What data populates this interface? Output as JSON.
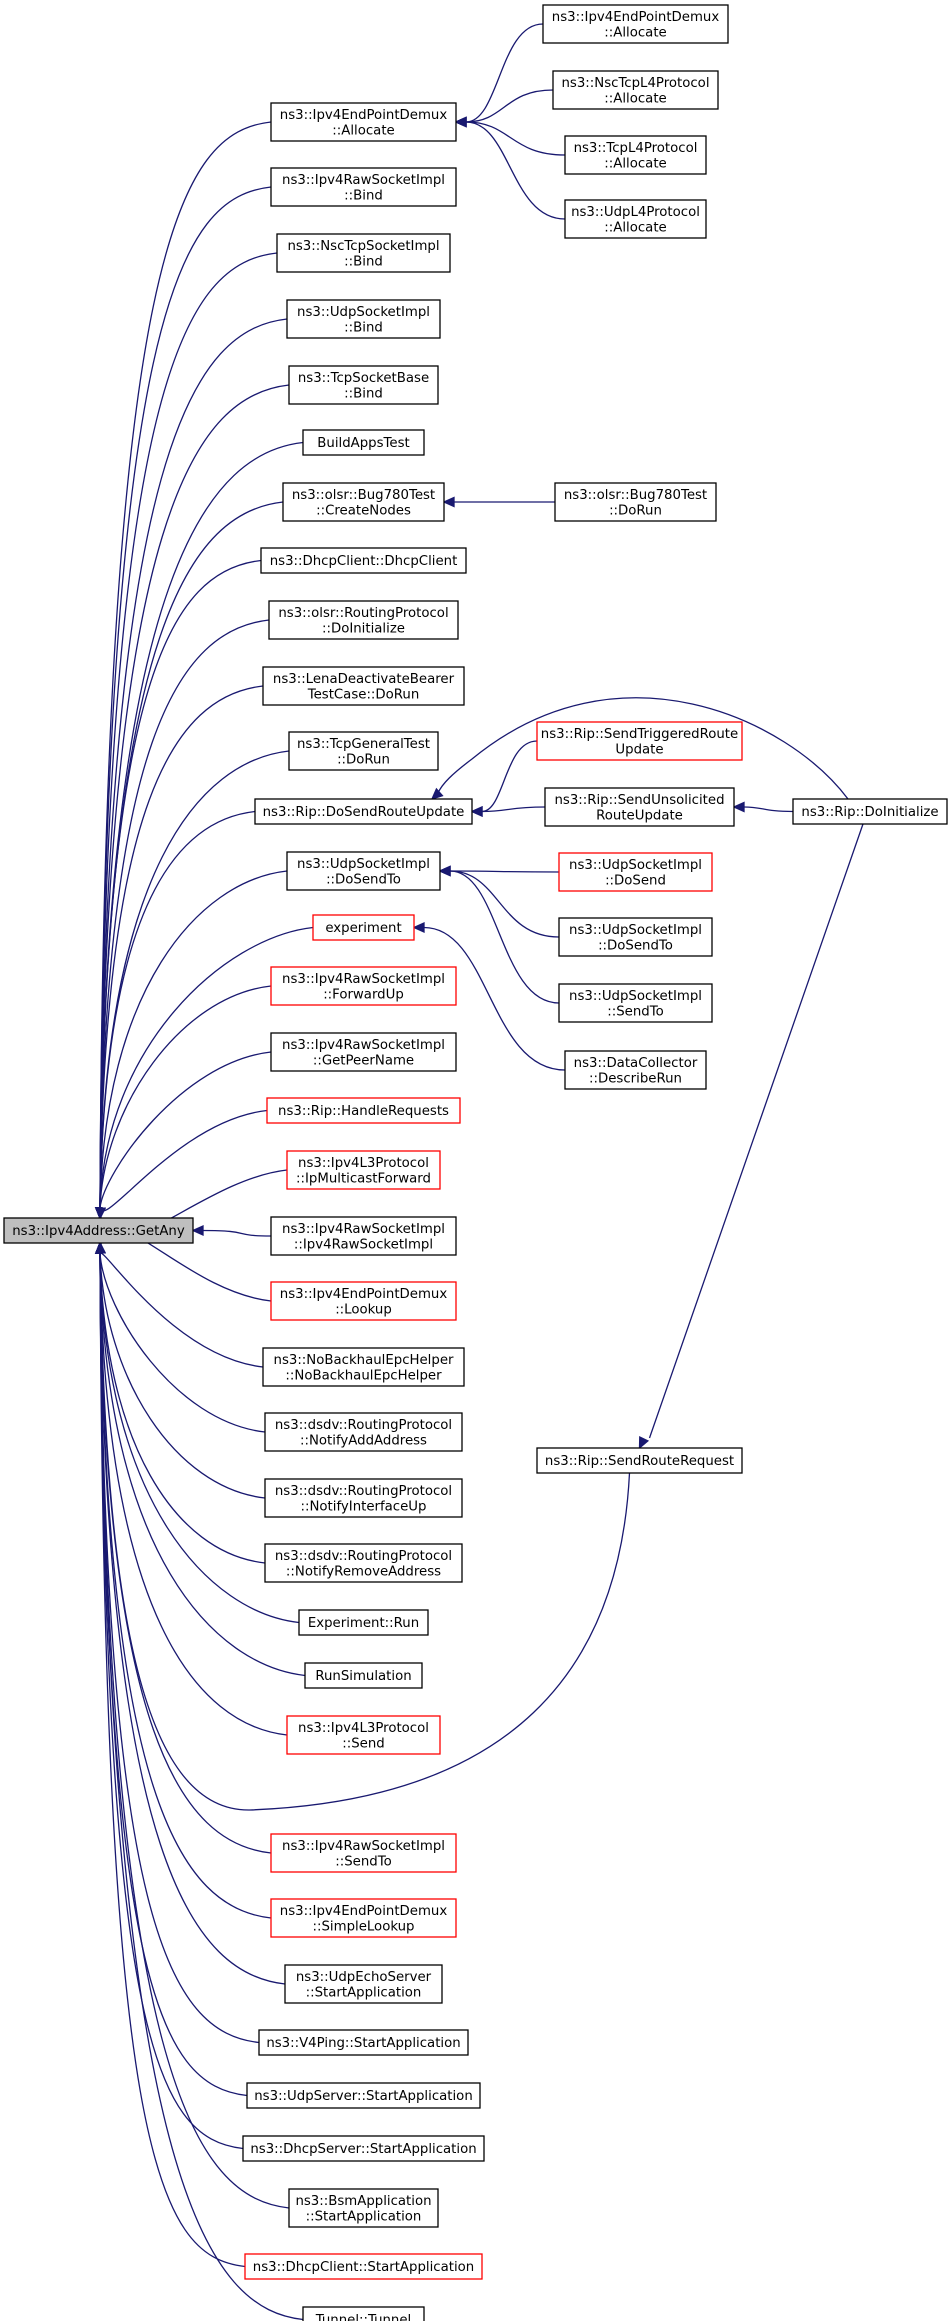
{
  "colors": {
    "edge": "#191970",
    "root_fill": "#bfbfbf",
    "red_border": "#ff0000",
    "node_border": "#000000"
  },
  "nodes": [
    {
      "id": "root",
      "lines": [
        "ns3::Ipv4Address::GetAny"
      ],
      "style": "root"
    },
    {
      "id": "epdAlloc",
      "lines": [
        "ns3::Ipv4EndPointDemux",
        "::Allocate"
      ],
      "style": "normal"
    },
    {
      "id": "epdAlloc2",
      "lines": [
        "ns3::Ipv4EndPointDemux",
        "::Allocate"
      ],
      "style": "normal"
    },
    {
      "id": "nscL4Alloc",
      "lines": [
        "ns3::NscTcpL4Protocol",
        "::Allocate"
      ],
      "style": "normal"
    },
    {
      "id": "tcpL4Alloc",
      "lines": [
        "ns3::TcpL4Protocol",
        "::Allocate"
      ],
      "style": "normal"
    },
    {
      "id": "udpL4Alloc",
      "lines": [
        "ns3::UdpL4Protocol",
        "::Allocate"
      ],
      "style": "normal"
    },
    {
      "id": "rawBind",
      "lines": [
        "ns3::Ipv4RawSocketImpl",
        "::Bind"
      ],
      "style": "normal"
    },
    {
      "id": "nscBind",
      "lines": [
        "ns3::NscTcpSocketImpl",
        "::Bind"
      ],
      "style": "normal"
    },
    {
      "id": "udpBind",
      "lines": [
        "ns3::UdpSocketImpl",
        "::Bind"
      ],
      "style": "normal"
    },
    {
      "id": "tcpBind",
      "lines": [
        "ns3::TcpSocketBase",
        "::Bind"
      ],
      "style": "normal"
    },
    {
      "id": "buildApps",
      "lines": [
        "BuildAppsTest"
      ],
      "style": "normal"
    },
    {
      "id": "olsrCreate",
      "lines": [
        "ns3::olsr::Bug780Test",
        "::CreateNodes"
      ],
      "style": "normal"
    },
    {
      "id": "olsrDoRun",
      "lines": [
        "ns3::olsr::Bug780Test",
        "::DoRun"
      ],
      "style": "normal"
    },
    {
      "id": "dhcpClientCtor",
      "lines": [
        "ns3::DhcpClient::DhcpClient"
      ],
      "style": "normal"
    },
    {
      "id": "olsrInit",
      "lines": [
        "ns3::olsr::RoutingProtocol",
        "::DoInitialize"
      ],
      "style": "normal"
    },
    {
      "id": "lenaDoRun",
      "lines": [
        "ns3::LenaDeactivateBearer",
        "TestCase::DoRun"
      ],
      "style": "normal"
    },
    {
      "id": "tcpGenDoRun",
      "lines": [
        "ns3::TcpGeneralTest",
        "::DoRun"
      ],
      "style": "normal"
    },
    {
      "id": "ripDoSend",
      "lines": [
        "ns3::Rip::DoSendRouteUpdate"
      ],
      "style": "normal"
    },
    {
      "id": "ripTriggered",
      "lines": [
        "ns3::Rip::SendTriggeredRoute",
        "Update"
      ],
      "style": "red"
    },
    {
      "id": "ripUnsolicited",
      "lines": [
        "ns3::Rip::SendUnsolicited",
        "RouteUpdate"
      ],
      "style": "normal"
    },
    {
      "id": "ripDoInit",
      "lines": [
        "ns3::Rip::DoInitialize"
      ],
      "style": "normal"
    },
    {
      "id": "udpDoSendTo",
      "lines": [
        "ns3::UdpSocketImpl",
        "::DoSendTo"
      ],
      "style": "normal"
    },
    {
      "id": "udpDoSend",
      "lines": [
        "ns3::UdpSocketImpl",
        "::DoSend"
      ],
      "style": "red"
    },
    {
      "id": "udpDoSendTo2",
      "lines": [
        "ns3::UdpSocketImpl",
        "::DoSendTo"
      ],
      "style": "normal"
    },
    {
      "id": "udpSendTo",
      "lines": [
        "ns3::UdpSocketImpl",
        "::SendTo"
      ],
      "style": "normal"
    },
    {
      "id": "experiment",
      "lines": [
        "experiment"
      ],
      "style": "red"
    },
    {
      "id": "describeRun",
      "lines": [
        "ns3::DataCollector",
        "::DescribeRun"
      ],
      "style": "normal"
    },
    {
      "id": "rawForwardUp",
      "lines": [
        "ns3::Ipv4RawSocketImpl",
        "::ForwardUp"
      ],
      "style": "red"
    },
    {
      "id": "rawGetPeer",
      "lines": [
        "ns3::Ipv4RawSocketImpl",
        "::GetPeerName"
      ],
      "style": "normal"
    },
    {
      "id": "ripHandle",
      "lines": [
        "ns3::Rip::HandleRequests"
      ],
      "style": "red"
    },
    {
      "id": "l3Multicast",
      "lines": [
        "ns3::Ipv4L3Protocol",
        "::IpMulticastForward"
      ],
      "style": "red"
    },
    {
      "id": "rawCtor",
      "lines": [
        "ns3::Ipv4RawSocketImpl",
        "::Ipv4RawSocketImpl"
      ],
      "style": "normal"
    },
    {
      "id": "epdLookup",
      "lines": [
        "ns3::Ipv4EndPointDemux",
        "::Lookup"
      ],
      "style": "red"
    },
    {
      "id": "noBackhaul",
      "lines": [
        "ns3::NoBackhaulEpcHelper",
        "::NoBackhaulEpcHelper"
      ],
      "style": "normal"
    },
    {
      "id": "dsdvAdd",
      "lines": [
        "ns3::dsdv::RoutingProtocol",
        "::NotifyAddAddress"
      ],
      "style": "normal"
    },
    {
      "id": "dsdvIfUp",
      "lines": [
        "ns3::dsdv::RoutingProtocol",
        "::NotifyInterfaceUp"
      ],
      "style": "normal"
    },
    {
      "id": "dsdvRemove",
      "lines": [
        "ns3::dsdv::RoutingProtocol",
        "::NotifyRemoveAddress"
      ],
      "style": "normal"
    },
    {
      "id": "expRun",
      "lines": [
        "Experiment::Run"
      ],
      "style": "normal"
    },
    {
      "id": "runSim",
      "lines": [
        "RunSimulation"
      ],
      "style": "normal"
    },
    {
      "id": "l3Send",
      "lines": [
        "ns3::Ipv4L3Protocol",
        "::Send"
      ],
      "style": "red"
    },
    {
      "id": "ripSendReq",
      "lines": [
        "ns3::Rip::SendRouteRequest"
      ],
      "style": "normal"
    },
    {
      "id": "rawSendTo",
      "lines": [
        "ns3::Ipv4RawSocketImpl",
        "::SendTo"
      ],
      "style": "red"
    },
    {
      "id": "epdSimple",
      "lines": [
        "ns3::Ipv4EndPointDemux",
        "::SimpleLookup"
      ],
      "style": "red"
    },
    {
      "id": "udpEchoStart",
      "lines": [
        "ns3::UdpEchoServer",
        "::StartApplication"
      ],
      "style": "normal"
    },
    {
      "id": "v4pingStart",
      "lines": [
        "ns3::V4Ping::StartApplication"
      ],
      "style": "normal"
    },
    {
      "id": "udpServerStart",
      "lines": [
        "ns3::UdpServer::StartApplication"
      ],
      "style": "normal"
    },
    {
      "id": "dhcpServerStart",
      "lines": [
        "ns3::DhcpServer::StartApplication"
      ],
      "style": "normal"
    },
    {
      "id": "bsmStart",
      "lines": [
        "ns3::BsmApplication",
        "::StartApplication"
      ],
      "style": "normal"
    },
    {
      "id": "dhcpClientStart",
      "lines": [
        "ns3::DhcpClient::StartApplication"
      ],
      "style": "red"
    },
    {
      "id": "tunnel",
      "lines": [
        "Tunnel::Tunnel"
      ],
      "style": "normal"
    }
  ],
  "edges": [
    [
      "epdAlloc",
      "root"
    ],
    [
      "rawBind",
      "root"
    ],
    [
      "nscBind",
      "root"
    ],
    [
      "udpBind",
      "root"
    ],
    [
      "tcpBind",
      "root"
    ],
    [
      "buildApps",
      "root"
    ],
    [
      "olsrCreate",
      "root"
    ],
    [
      "dhcpClientCtor",
      "root"
    ],
    [
      "olsrInit",
      "root"
    ],
    [
      "lenaDoRun",
      "root"
    ],
    [
      "tcpGenDoRun",
      "root"
    ],
    [
      "ripDoSend",
      "root"
    ],
    [
      "udpDoSendTo",
      "root"
    ],
    [
      "experiment",
      "root"
    ],
    [
      "rawForwardUp",
      "root"
    ],
    [
      "rawGetPeer",
      "root"
    ],
    [
      "ripHandle",
      "root"
    ],
    [
      "l3Multicast",
      "root"
    ],
    [
      "rawCtor",
      "root"
    ],
    [
      "epdLookup",
      "root"
    ],
    [
      "noBackhaul",
      "root"
    ],
    [
      "dsdvAdd",
      "root"
    ],
    [
      "dsdvIfUp",
      "root"
    ],
    [
      "dsdvRemove",
      "root"
    ],
    [
      "expRun",
      "root"
    ],
    [
      "runSim",
      "root"
    ],
    [
      "l3Send",
      "root"
    ],
    [
      "ripSendReq",
      "root"
    ],
    [
      "rawSendTo",
      "root"
    ],
    [
      "epdSimple",
      "root"
    ],
    [
      "udpEchoStart",
      "root"
    ],
    [
      "v4pingStart",
      "root"
    ],
    [
      "udpServerStart",
      "root"
    ],
    [
      "dhcpServerStart",
      "root"
    ],
    [
      "bsmStart",
      "root"
    ],
    [
      "dhcpClientStart",
      "root"
    ],
    [
      "tunnel",
      "root"
    ],
    [
      "epdAlloc2",
      "epdAlloc"
    ],
    [
      "nscL4Alloc",
      "epdAlloc"
    ],
    [
      "tcpL4Alloc",
      "epdAlloc"
    ],
    [
      "udpL4Alloc",
      "epdAlloc"
    ],
    [
      "olsrDoRun",
      "olsrCreate"
    ],
    [
      "ripTriggered",
      "ripDoSend"
    ],
    [
      "ripUnsolicited",
      "ripDoSend"
    ],
    [
      "ripDoInit",
      "ripDoSend"
    ],
    [
      "ripDoInit",
      "ripUnsolicited"
    ],
    [
      "ripDoInit",
      "ripSendReq"
    ],
    [
      "udpDoSend",
      "udpDoSendTo"
    ],
    [
      "udpDoSendTo2",
      "udpDoSendTo"
    ],
    [
      "udpSendTo",
      "udpDoSendTo"
    ],
    [
      "describeRun",
      "experiment"
    ]
  ]
}
